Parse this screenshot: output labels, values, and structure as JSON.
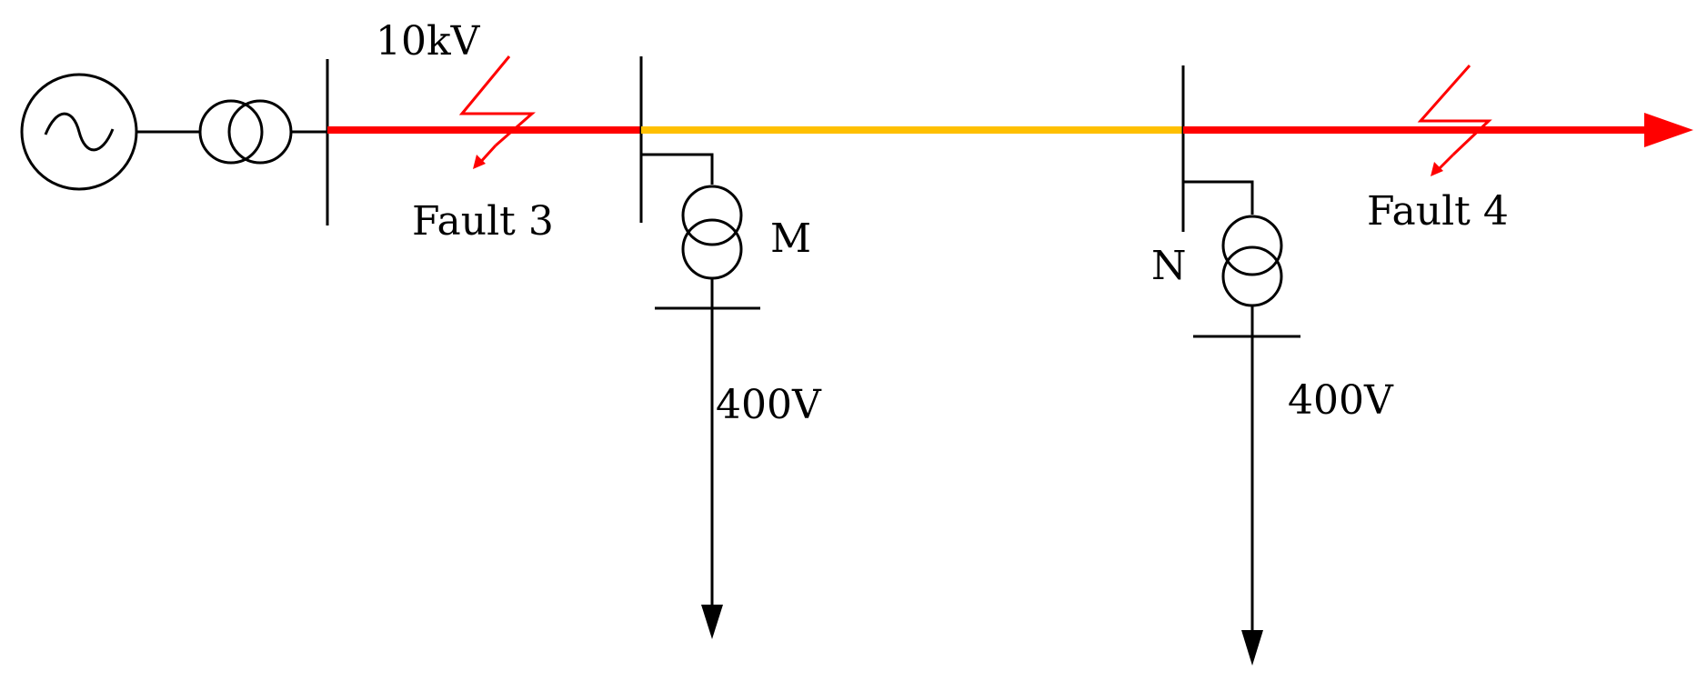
{
  "labels": {
    "source_voltage": "10kV",
    "fault_3": "Fault 3",
    "fault_4": "Fault 4",
    "node_m": "M",
    "node_n": "N",
    "load_voltage_m": "400V",
    "load_voltage_n": "400V"
  },
  "colors": {
    "faulted_section": "#ff0000",
    "healthy_section": "#ffc000",
    "fault_symbol": "#ff0000",
    "wiring": "#000000"
  },
  "icons": {
    "source": "ac-generator-icon",
    "transformer": "two-winding-transformer-icon",
    "fault": "lightning-fault-icon",
    "load": "load-arrow-icon"
  }
}
